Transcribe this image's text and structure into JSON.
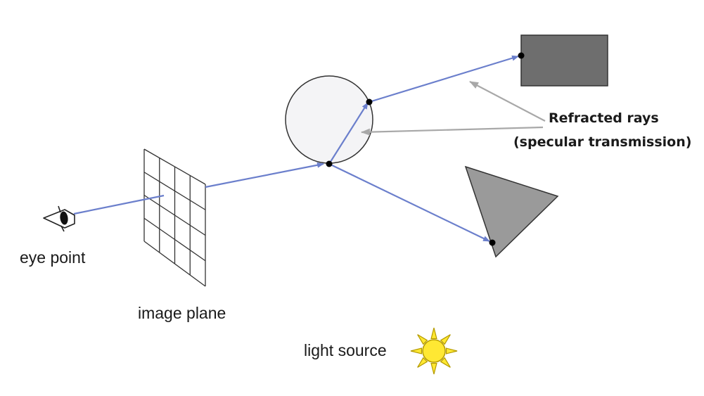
{
  "labels": {
    "eye_point": "eye point",
    "image_plane": "image plane",
    "light_source": "light source",
    "refracted_title": "Refracted rays",
    "refracted_subtitle": "(specular transmission)"
  },
  "colors": {
    "ray": "#6b7fcc",
    "pointer": "#a8a8a8",
    "sphere_fill": "#f4f4f6",
    "rectangle_fill": "#6e6e6e",
    "triangle_fill": "#9a9a9a",
    "sun_fill": "#ffe833",
    "sun_stroke": "#b59b00",
    "outline": "#333333"
  },
  "icons": {
    "eye": "eye-icon",
    "sun": "sun-icon"
  }
}
